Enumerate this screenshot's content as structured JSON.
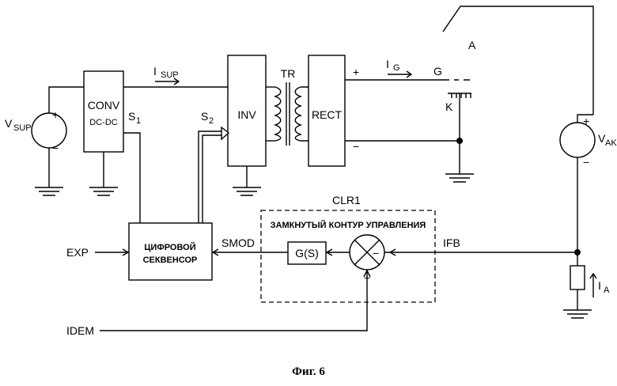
{
  "labels": {
    "vsup_main": "V",
    "vsup_sub": "SUP",
    "plus": "+",
    "minus": "−",
    "conv_line1": "CONV",
    "conv_line2": "DC-DC",
    "s1_main": "S",
    "s1_sub": "1",
    "s2_main": "S",
    "s2_sub": "2",
    "isup_main": "I",
    "isup_sub": "SUP",
    "inv": "INV",
    "tr": "TR",
    "rect": "RECT",
    "ig_main": "I",
    "ig_sub": "G",
    "g": "G",
    "a": "A",
    "k": "K",
    "vak_main": "V",
    "vak_sub": "AK",
    "clr1": "CLR1",
    "loop_title": "ЗАМКНУТЫЙ КОНТУР УПРАВЛЕНИЯ",
    "gs": "G(S)",
    "ifb": "IFB",
    "smod": "SMOD",
    "exp": "EXP",
    "seq_line1": "ЦИФРОВОЙ",
    "seq_line2": "СЕКВЕНСОР",
    "idem": "IDEM",
    "ia_main": "I",
    "ia_sub": "A",
    "caption": "Фиг. 6"
  }
}
